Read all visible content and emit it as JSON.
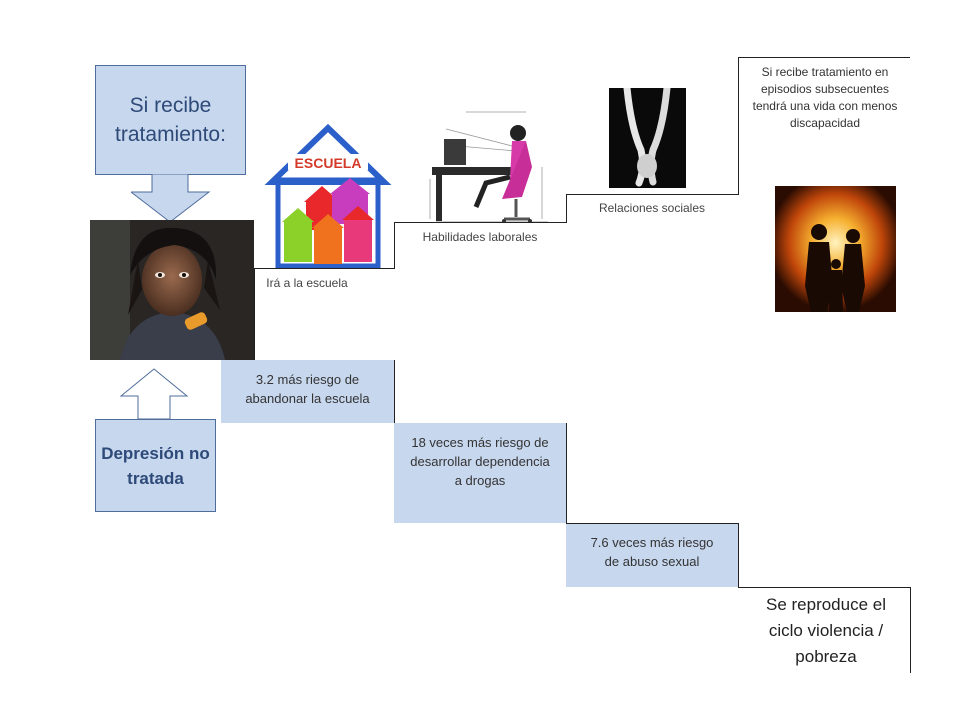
{
  "callouts": {
    "treated_title": "Si recibe tratamiento:",
    "untreated_title": "Depresión no tratada"
  },
  "upper_steps": [
    {
      "label": "Irá a la escuela"
    },
    {
      "label": "Habilidades laborales"
    },
    {
      "label": "Relaciones sociales"
    },
    {
      "label": "Si recibe tratamiento en episodios subsecuentes tendrá una vida con menos discapacidad"
    }
  ],
  "lower_steps": [
    {
      "label": "3.2 más riesgo de abandonar la escuela"
    },
    {
      "label": "18  veces más riesgo de desarrollar dependencia a drogas"
    },
    {
      "label": "7.6 veces más riesgo de abuso sexual"
    },
    {
      "label": "Se reproduce el ciclo violencia / pobreza"
    }
  ],
  "drawing": {
    "house_sign": "ESCUELA"
  },
  "colors": {
    "box_fill": "#c7d7ee",
    "box_border": "#4f6d9b",
    "title_text": "#2e4a78"
  }
}
